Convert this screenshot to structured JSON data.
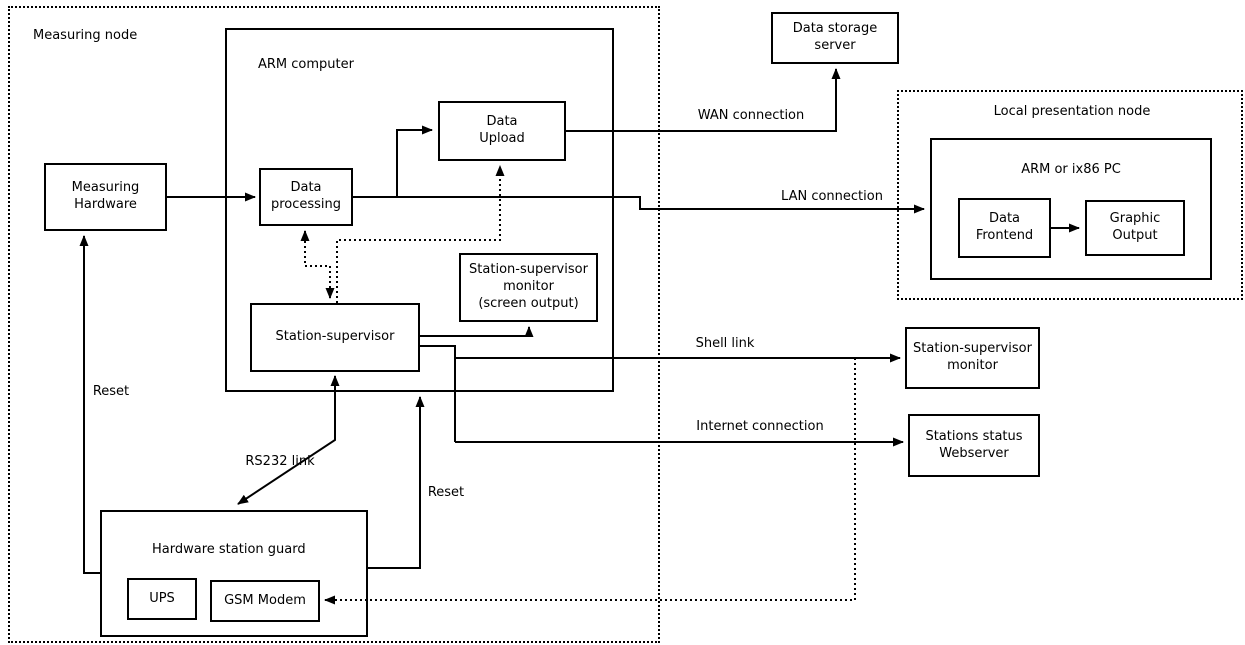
{
  "diagram": {
    "containers": {
      "measuring_node": "Measuring node",
      "arm_computer": "ARM computer",
      "local_presentation_node": "Local presentation node",
      "arm_or_ix86_pc": "ARM or ix86 PC",
      "hardware_station_guard": "Hardware station guard"
    },
    "boxes": {
      "measuring_hardware": "Measuring\nHardware",
      "data_processing": "Data\nprocessing",
      "data_upload": "Data\nUpload",
      "station_supervisor_monitor_screen": "Station-supervisor\nmonitor\n(screen output)",
      "station_supervisor": "Station-supervisor",
      "ups": "UPS",
      "gsm_modem": "GSM Modem",
      "data_storage_server": "Data storage\nserver",
      "data_frontend": "Data\nFrontend",
      "graphic_output": "Graphic\nOutput",
      "station_supervisor_monitor": "Station-supervisor\nmonitor",
      "stations_status_webserver": "Stations status\nWebserver"
    },
    "connection_labels": {
      "wan": "WAN connection",
      "lan": "LAN connection",
      "shell": "Shell link",
      "internet": "Internet connection",
      "reset_left": "Reset",
      "rs232": "RS232 link",
      "reset_right": "Reset"
    },
    "colors": {
      "line": "#000000",
      "background": "#ffffff",
      "box_background": "#ffffff"
    }
  }
}
